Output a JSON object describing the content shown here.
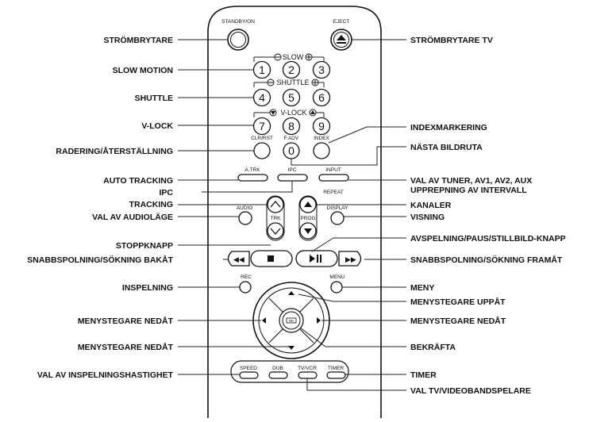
{
  "remote": {
    "standby": "STANDBY/ON",
    "eject": "EJECT",
    "slow": "SLOW",
    "shuttle": "SHUTTLE",
    "vlock": "V-LOCK",
    "clr": "CLR/RST",
    "fadv": "F.ADV",
    "index": "INDEX",
    "atrk": "A.TRK",
    "ipc": "IPC",
    "input": "INPUT",
    "repeat": "REPEAT",
    "audio": "AUDIO",
    "trk": "TRK",
    "prog": "PROG",
    "display": "DISPLAY",
    "rec": "REC",
    "menu": "MENU",
    "ok": "OK",
    "speed": "SPEED",
    "dub": "DUB",
    "tvvcr": "TV/VCR",
    "timer": "TIMER",
    "digits": [
      "1",
      "2",
      "3",
      "4",
      "5",
      "6",
      "7",
      "8",
      "9",
      "0"
    ]
  },
  "labels_left": [
    "STRÖMBRYTARE",
    "SLOW MOTION",
    "SHUTTLE",
    "V-LOCK",
    "RADERING/ÅTERSTÄLLNING",
    "AUTO TRACKING",
    "IPC",
    "TRACKING",
    "VAL AV AUDIOLÄGE",
    "STOPPKNAPP",
    "SNABBSPOLNING/SÖKNING BAKÅT",
    "INSPELNING",
    "MENYSTEGARE NEDÅT",
    "MENYSTEGARE NEDÅT",
    "VAL AV INSPELNINGSHASTIGHET"
  ],
  "labels_right": [
    "STRÖMBRYTARE TV",
    "INDEXMARKERING",
    "NÄSTA BILDRUTA",
    "VAL AV TUNER, AV1, AV2, AUX",
    "UPPREPNING AV INTERVALL",
    "KANALER",
    "VISNING",
    "AVSPELNING/PAUS/STILLBILD-KNAPP",
    "SNABBSPOLNING/SÖKNING FRAMÅT",
    "MENY",
    "MENYSTEGARE UPPÅT",
    "MENYSTEGARE NEDÅT",
    "BEKRÄFTA",
    "TIMER",
    "VAL TV/VIDEOBANDSPELARE"
  ]
}
